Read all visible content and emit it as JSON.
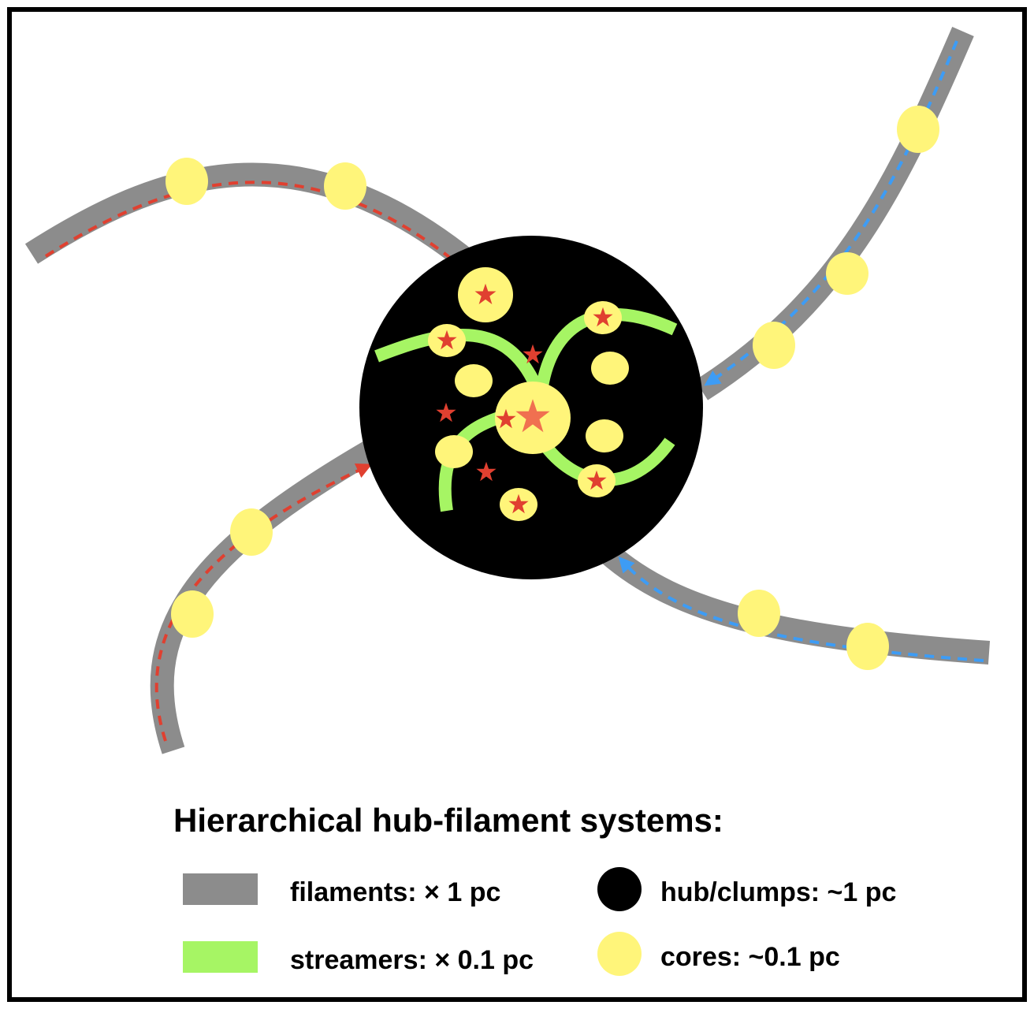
{
  "title": "Hierarchical hub-filament systems:",
  "legend": {
    "filaments": "filaments: × 1 pc",
    "streamers": "streamers: × 0.1 pc",
    "hub": "hub/clumps: ~1 pc",
    "cores": "cores: ~0.1 pc"
  },
  "colors": {
    "filament": "#8c8c8c",
    "streamer": "#a6f564",
    "hub": "#000000",
    "core": "#fff57a",
    "star": "#e04030",
    "inflow_red": "#e04030",
    "inflow_blue": "#3d9cf5",
    "frame": "#000000"
  }
}
